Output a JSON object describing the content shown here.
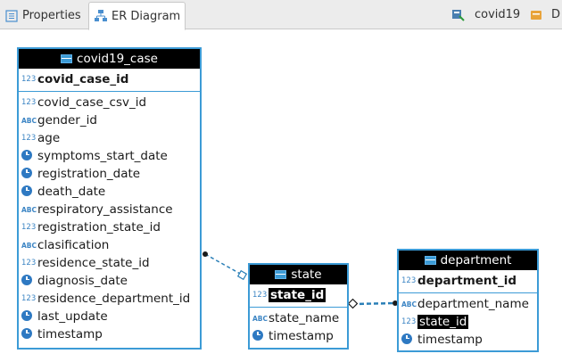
{
  "tabs": [
    {
      "label": "Properties",
      "icon": "properties-icon",
      "active": false
    },
    {
      "label": "ER Diagram",
      "icon": "er-diagram-icon",
      "active": true
    }
  ],
  "toolbar_right": {
    "connection_label": "covid19",
    "db_label": "D"
  },
  "colors": {
    "accent": "#3c9bd6",
    "header": "#000000",
    "connector": "#2a7fb7"
  },
  "entities": {
    "covid19_case": {
      "title": "covid19_case",
      "pk": {
        "name": "covid_case_id",
        "type": "123"
      },
      "attrs": [
        {
          "name": "covid_case_csv_id",
          "type": "123"
        },
        {
          "name": "gender_id",
          "type": "ABC"
        },
        {
          "name": "age",
          "type": "123"
        },
        {
          "name": "symptoms_start_date",
          "type": "clock"
        },
        {
          "name": "registration_date",
          "type": "clock"
        },
        {
          "name": "death_date",
          "type": "clock"
        },
        {
          "name": "respiratory_assistance",
          "type": "ABC"
        },
        {
          "name": "registration_state_id",
          "type": "123"
        },
        {
          "name": "clasification",
          "type": "ABC"
        },
        {
          "name": "residence_state_id",
          "type": "123"
        },
        {
          "name": "diagnosis_date",
          "type": "clock"
        },
        {
          "name": "residence_department_id",
          "type": "123"
        },
        {
          "name": "last_update",
          "type": "clock"
        },
        {
          "name": "timestamp",
          "type": "clock"
        }
      ]
    },
    "state": {
      "title": "state",
      "pk": {
        "name": "state_id",
        "type": "123"
      },
      "attrs": [
        {
          "name": "state_name",
          "type": "ABC"
        },
        {
          "name": "timestamp",
          "type": "clock"
        }
      ]
    },
    "department": {
      "title": "department",
      "pk": {
        "name": "department_id",
        "type": "123"
      },
      "attrs": [
        {
          "name": "department_name",
          "type": "ABC"
        },
        {
          "name": "state_id",
          "type": "123"
        },
        {
          "name": "timestamp",
          "type": "clock"
        }
      ]
    }
  }
}
